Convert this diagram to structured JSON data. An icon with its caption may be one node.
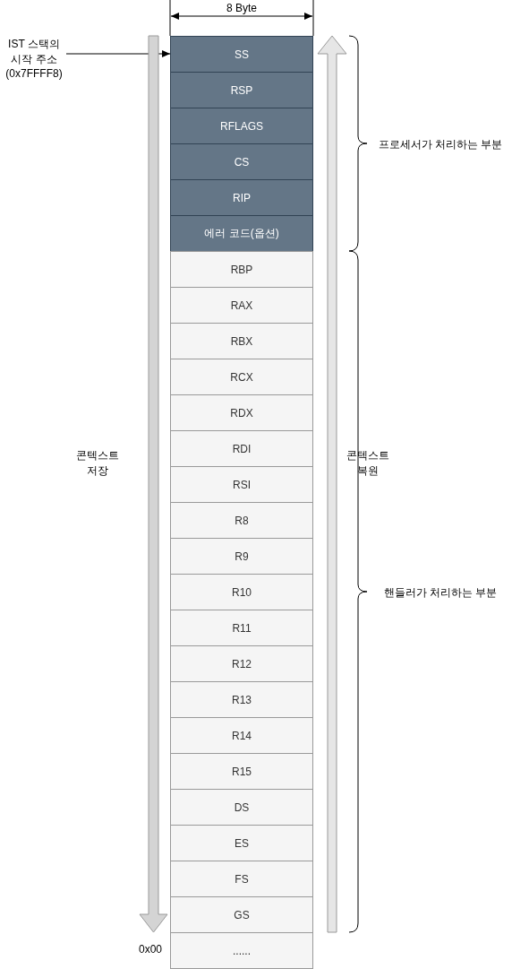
{
  "diagram": {
    "nodes": [
      {
        "text": [
          "SS"
        ]
      },
      {
        "text": [
          "RSP"
        ]
      },
      {
        "text": [
          "RFLAGS"
        ]
      },
      {
        "text": [
          "CS"
        ]
      },
      {
        "text": [
          "RIP"
        ]
      },
      {
        "text": [
          "에러 코드(옵션)"
        ]
      },
      {
        "text": [
          "RBP"
        ]
      },
      {
        "text": [
          "RAX"
        ]
      },
      {
        "text": [
          "RBX"
        ]
      },
      {
        "text": [
          "RCX"
        ]
      },
      {
        "text": [
          "RDX"
        ]
      },
      {
        "text": [
          "RDI"
        ]
      },
      {
        "text": [
          "RSI"
        ]
      },
      {
        "text": [
          "R8"
        ]
      },
      {
        "text": [
          "R9"
        ]
      },
      {
        "text": [
          "R10"
        ]
      },
      {
        "text": [
          "R11"
        ]
      },
      {
        "text": [
          "R12"
        ]
      },
      {
        "text": [
          "R13"
        ]
      },
      {
        "text": [
          "R14"
        ]
      },
      {
        "text": [
          "R15"
        ]
      },
      {
        "text": [
          "DS"
        ]
      },
      {
        "text": [
          "ES"
        ]
      },
      {
        "text": [
          "FS"
        ]
      },
      {
        "text": [
          "GS"
        ]
      },
      {
        "text": [
          "......"
        ]
      },
      {
        "text": [
          "IST 스택의 시작 주소 (0x7FFFF8)"
        ]
      }
    ],
    "edges": [
      {
        "from": 26,
        "to": 0,
        "arrow": "to"
      }
    ],
    "labels": [
      "8 Byte",
      "콘텍스트 저장",
      "콘텍스트 복원",
      "프로세서가 처리하는 부분",
      "핸들러가 처리하는 부분",
      "0x00"
    ]
  }
}
